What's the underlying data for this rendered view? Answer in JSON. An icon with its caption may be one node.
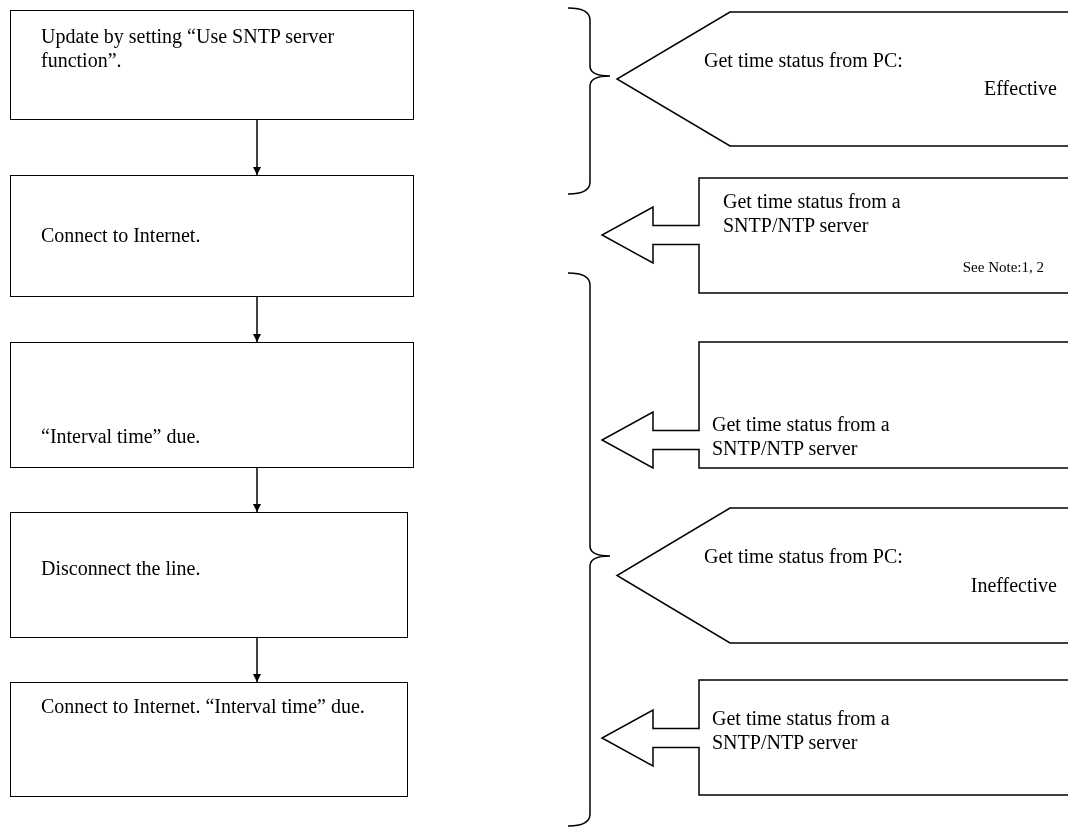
{
  "diagram": {
    "nodes": [
      {
        "text": [
          "Update by setting “Use SNTP server function”."
        ]
      },
      {
        "text": [
          "Connect to Internet."
        ]
      },
      {
        "text": [
          "“Interval time” due."
        ]
      },
      {
        "text": [
          "Disconnect the line."
        ]
      },
      {
        "text": [
          "Connect to Internet. “Interval time” due."
        ]
      },
      {
        "text": [
          "Get time status from PC:",
          "Effective"
        ]
      },
      {
        "text": [
          "Get time status from a SNTP/NTP server",
          "See Note:1, 2"
        ]
      },
      {
        "text": [
          "Get time status from a SNTP/NTP server"
        ]
      },
      {
        "text": [
          "Get time status from PC:",
          "Ineffective"
        ]
      },
      {
        "text": [
          "Get time status from a SNTP/NTP server"
        ]
      }
    ],
    "edges": [
      {
        "from": 0,
        "to": 1,
        "arrow": "to"
      },
      {
        "from": 1,
        "to": 2,
        "arrow": "to"
      },
      {
        "from": 2,
        "to": 3,
        "arrow": "to"
      },
      {
        "from": 3,
        "to": 4,
        "arrow": "to"
      }
    ]
  }
}
